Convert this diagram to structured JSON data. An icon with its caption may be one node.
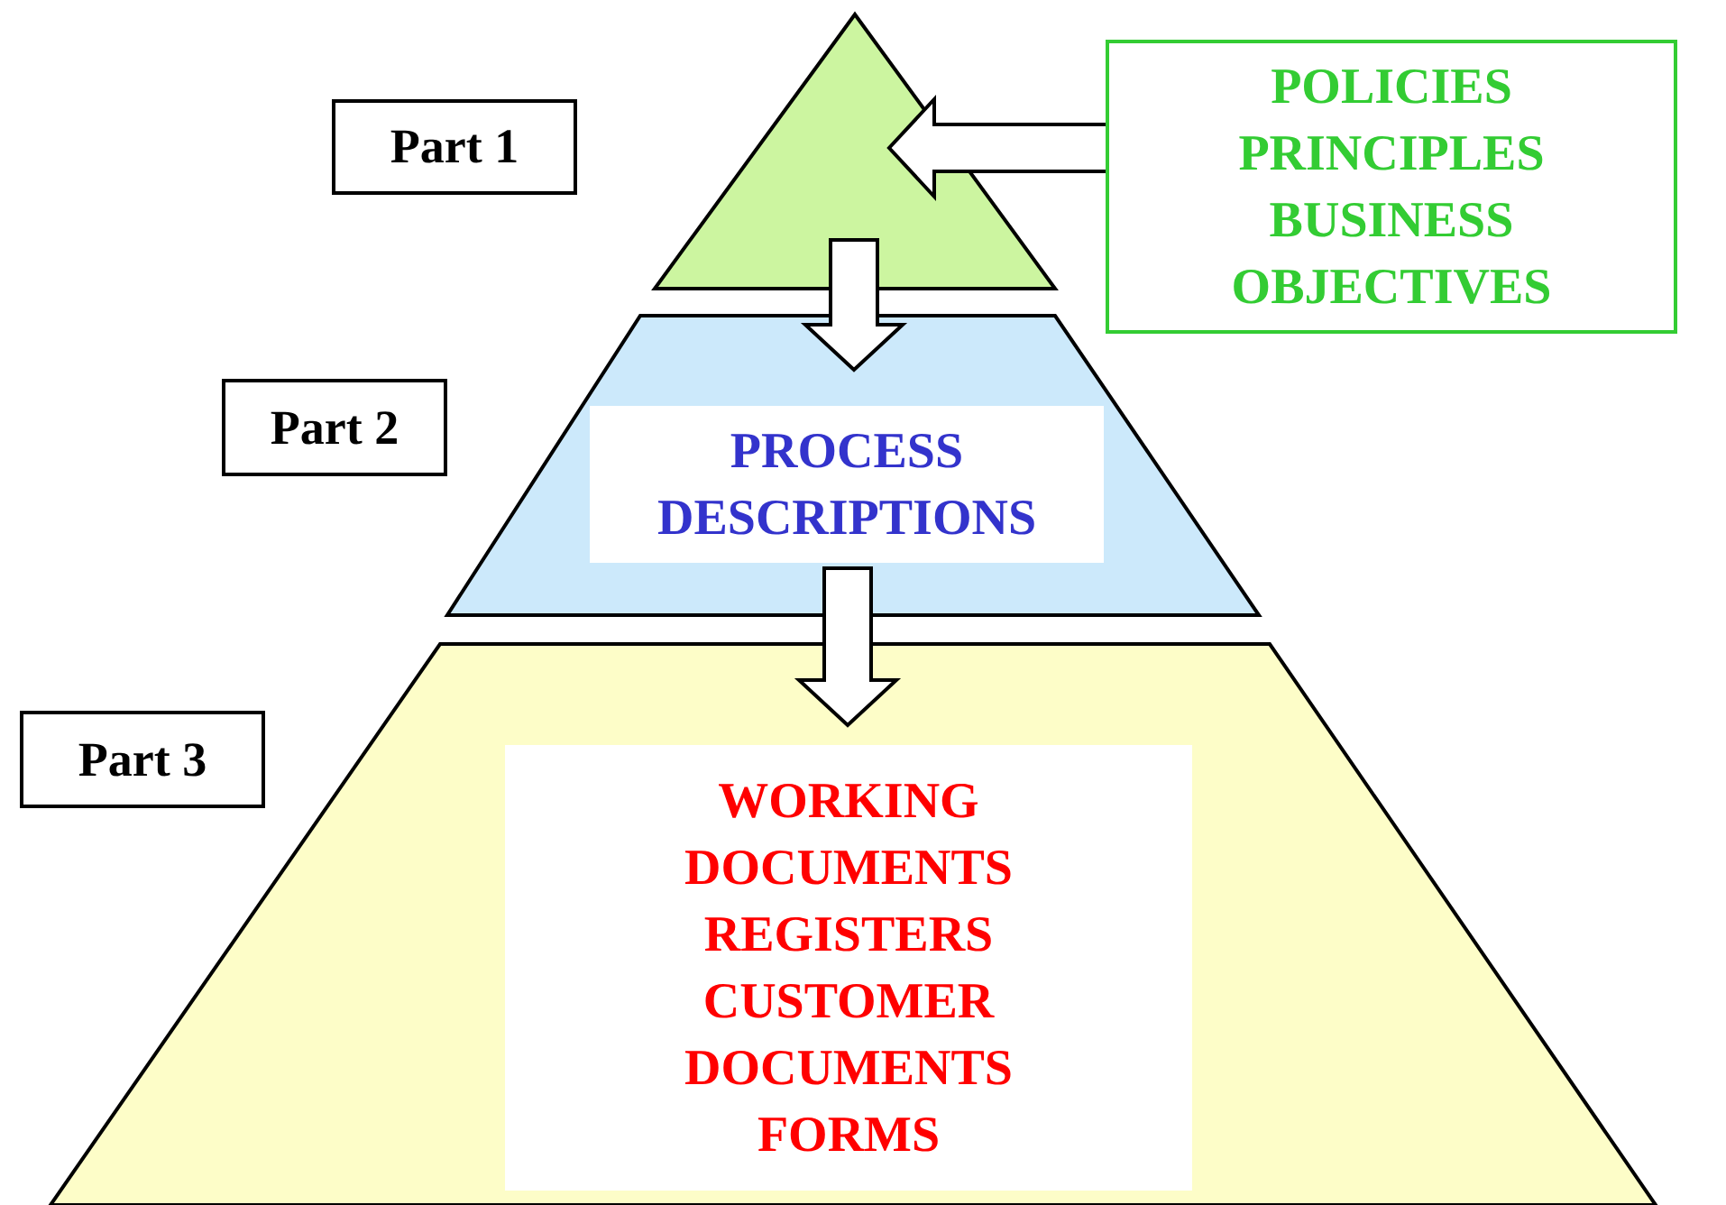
{
  "diagram": {
    "nodes": [
      {
        "text": [
          "Part 1"
        ]
      },
      {
        "text": [],
        "shape": "triangle"
      },
      {
        "text": [
          "POLICIES PRINCIPLES BUSINESS OBJECTIVES"
        ]
      },
      {
        "text": [
          "Part 2"
        ]
      },
      {
        "text": [],
        "shape": "trapezoid"
      },
      {
        "text": [
          "PROCESS DESCRIPTIONS"
        ],
        "in": 4
      },
      {
        "text": [
          "Part 3"
        ]
      },
      {
        "text": [],
        "shape": "trapezoid"
      },
      {
        "text": [
          "WORKING DOCUMENTS REGISTERS CUSTOMER DOCUMENTS FORMS"
        ],
        "in": 7
      }
    ],
    "edges": [
      {
        "from": 2,
        "to": 1,
        "arrow": "to"
      },
      {
        "from": 1,
        "to": 4,
        "arrow": "to"
      },
      {
        "from": 5,
        "to": 8,
        "arrow": "to"
      }
    ]
  }
}
